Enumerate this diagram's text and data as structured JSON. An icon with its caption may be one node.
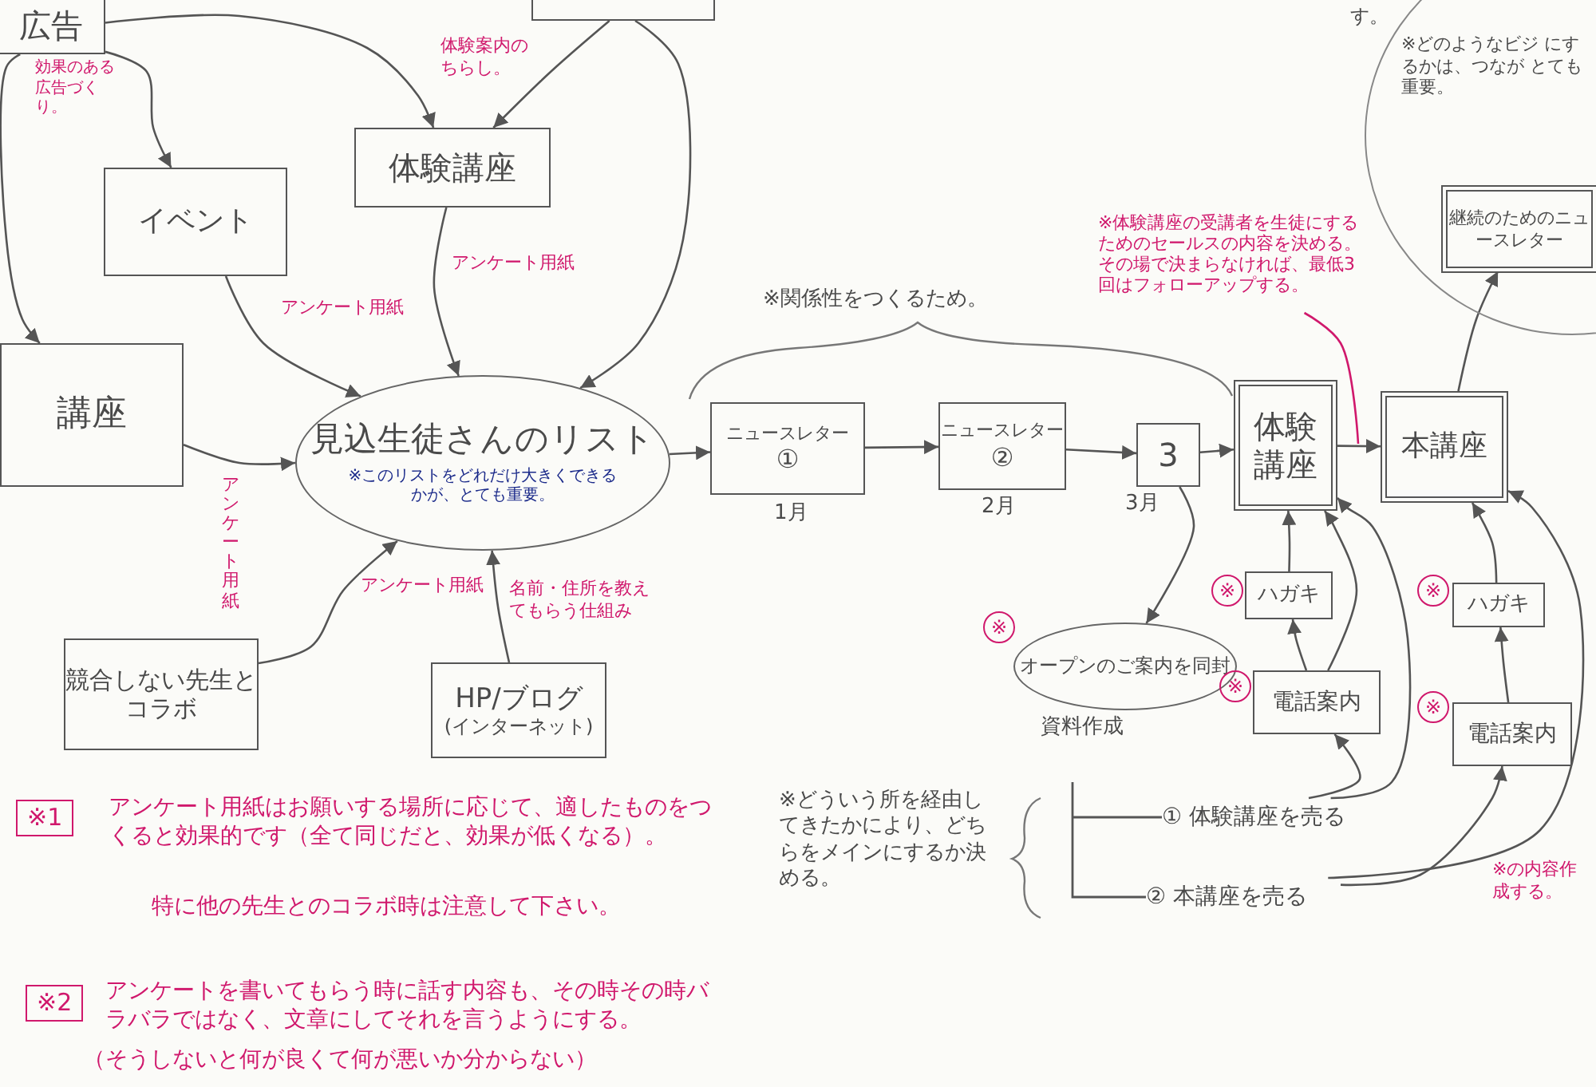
{
  "diagram": {
    "nodes": [
      {
        "text": [
          "広告"
        ],
        "beside": [
          "効果のある広告づくり。"
        ]
      },
      {
        "text": [],
        "shape": "box"
      },
      {
        "text": [
          "イベント"
        ]
      },
      {
        "text": [
          "体験講座"
        ]
      },
      {
        "text": [
          "講座"
        ]
      },
      {
        "text": [
          "見込生徒さんのリスト",
          "※このリストをどれだけ大きくできるかが、とても重要。"
        ]
      },
      {
        "text": [
          "競合しない先生とコラボ"
        ]
      },
      {
        "text": [
          "HP/ブログ",
          "(インターネット)"
        ]
      },
      {
        "text": [
          "ニュースレター",
          "①"
        ],
        "beside": [
          "1月"
        ]
      },
      {
        "text": [
          "ニュースレター",
          "②"
        ],
        "beside": [
          "2月"
        ]
      },
      {
        "text": [
          "3"
        ],
        "beside": [
          "3月"
        ]
      },
      {
        "text": [
          "オープンのご案内を同封"
        ],
        "beside": [
          "資料作成",
          "※"
        ]
      },
      {
        "text": [
          "体験講座"
        ]
      },
      {
        "text": [
          "本講座"
        ]
      },
      {
        "text": [
          "す。",
          "※どのようなビジ にするかは、つなが とても重要。"
        ]
      },
      {
        "text": [
          "継続のためのニュースレター"
        ],
        "in": 14
      },
      {
        "text": [
          "ハガキ"
        ],
        "beside": [
          "※"
        ]
      },
      {
        "text": [
          "電話案内"
        ],
        "beside": [
          "※"
        ]
      },
      {
        "text": [
          "ハガキ"
        ],
        "beside": [
          "※"
        ]
      },
      {
        "text": [
          "電話案内"
        ],
        "beside": [
          "※"
        ]
      },
      {
        "text": [
          "① 体験講座を売る"
        ]
      },
      {
        "text": [
          "② 本講座を売る"
        ]
      },
      {
        "text": [
          "※体験講座の受講者を生徒にするためのセールスの内容を決める。",
          "その場で決まらなければ、最低3回はフォローアップする。"
        ]
      }
    ],
    "edges": [
      {
        "from": 0,
        "to": 2,
        "arrow": "to"
      },
      {
        "from": 0,
        "to": 4,
        "arrow": "to"
      },
      {
        "from": 0,
        "to": 3,
        "arrow": "to"
      },
      {
        "from": 1,
        "to": 3,
        "arrow": "to",
        "label": "体験案内のちらし。"
      },
      {
        "from": 1,
        "to": 5,
        "arrow": "to"
      },
      {
        "from": 3,
        "to": 5,
        "arrow": "to",
        "label": "アンケート用紙"
      },
      {
        "from": 2,
        "to": 5,
        "arrow": "to",
        "label": "アンケート用紙"
      },
      {
        "from": 4,
        "to": 5,
        "arrow": "to",
        "label": "アンケート用紙"
      },
      {
        "from": 6,
        "to": 5,
        "arrow": "to",
        "label": "アンケート用紙"
      },
      {
        "from": 7,
        "to": 5,
        "arrow": "to",
        "label": "名前・住所を教えてもらう仕組み"
      },
      {
        "from": 5,
        "to": 8,
        "arrow": "to"
      },
      {
        "from": 8,
        "to": 9,
        "arrow": "to"
      },
      {
        "from": 9,
        "to": 10,
        "arrow": "to"
      },
      {
        "from": 10,
        "to": 12,
        "arrow": "to"
      },
      {
        "from": 10,
        "to": 11,
        "arrow": "to"
      },
      {
        "from": 12,
        "to": 13,
        "arrow": "to"
      },
      {
        "from": 13,
        "to": 15,
        "arrow": "to"
      },
      {
        "from": 16,
        "to": 12,
        "arrow": "to"
      },
      {
        "from": 17,
        "to": 16,
        "arrow": "to"
      },
      {
        "from": 17,
        "to": 12,
        "arrow": "to"
      },
      {
        "from": 20,
        "to": 17,
        "arrow": "to"
      },
      {
        "from": 20,
        "to": 12,
        "arrow": "to"
      },
      {
        "from": 18,
        "to": 13,
        "arrow": "to"
      },
      {
        "from": 19,
        "to": 18,
        "arrow": "to"
      },
      {
        "from": 21,
        "to": 19,
        "arrow": "to"
      },
      {
        "from": 21,
        "to": 13,
        "arrow": "to"
      },
      {
        "from": 22,
        "to": null,
        "arrow": "none",
        "color": "#d0186c"
      }
    ],
    "labels": [
      "※関係性をつくるため。",
      "※1",
      "アンケート用紙はお願いする場所に応じて、適したものをつくると効果的です（全て同じだと、効果が低くなる）。",
      "特に他の先生とのコラボ時は注意して下さい。",
      "※2",
      "アンケートを書いてもらう時に話す内容も、その時その時バラバラではなく、文章にしてそれを言うようにする。",
      "（そうしないと何が良くて何が悪いか分からない）",
      "※どういう所を経由してきたかにより、どちらをメインにするか決める。",
      "※の内容作成する。"
    ]
  }
}
